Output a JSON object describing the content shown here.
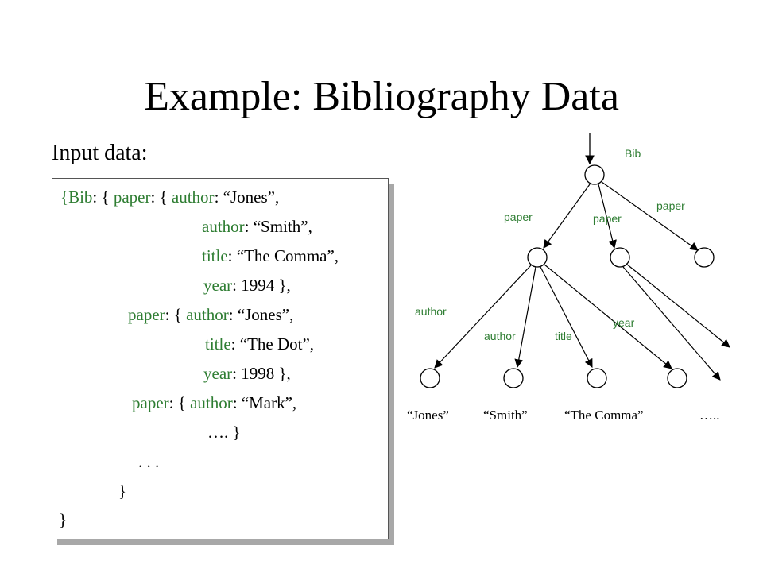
{
  "slide": {
    "title": "Example: Bibliography Data",
    "subtitle": "Input data:"
  },
  "code_lines": [
    [
      {
        "t": "{Bib",
        "k": true
      },
      {
        "t": ": { ",
        "k": false
      },
      {
        "t": "paper",
        "k": true
      },
      {
        "t": ": { ",
        "k": false
      },
      {
        "t": "author",
        "k": true
      },
      {
        "t": ": “Jones”,",
        "k": false
      }
    ],
    [
      {
        "t": "author",
        "k": true
      },
      {
        "t": ": “Smith”,",
        "k": false
      }
    ],
    [
      {
        "t": "title",
        "k": true
      },
      {
        "t": ": “The Comma”,",
        "k": false
      }
    ],
    [
      {
        "t": "year",
        "k": true
      },
      {
        "t": ": 1994 },",
        "k": false
      }
    ],
    [
      {
        "t": "paper",
        "k": true
      },
      {
        "t": ": { ",
        "k": false
      },
      {
        "t": "author",
        "k": true
      },
      {
        "t": ": “Jones”,",
        "k": false
      }
    ],
    [
      {
        "t": "title",
        "k": true
      },
      {
        "t": ": “The Dot”,",
        "k": false
      }
    ],
    [
      {
        "t": "year",
        "k": true
      },
      {
        "t": ": 1998 },",
        "k": false
      }
    ],
    [
      {
        "t": "paper",
        "k": true
      },
      {
        "t": ": { ",
        "k": false
      },
      {
        "t": "author",
        "k": true
      },
      {
        "t": ": “Mark”,",
        "k": false
      }
    ],
    [
      {
        "t": "…. }",
        "k": false
      }
    ],
    [
      {
        "t": ". . .",
        "k": false
      }
    ],
    [
      {
        "t": "}",
        "k": false
      }
    ],
    [
      {
        "t": "}",
        "k": false
      }
    ]
  ],
  "tree": {
    "root_label": "Bib",
    "edge_labels": {
      "paper_1": "paper",
      "paper_2": "paper",
      "paper_3": "paper",
      "author_1": "author",
      "author_2": "author",
      "title": "title",
      "year": "year"
    },
    "leaf_labels": {
      "jones": "“Jones”",
      "smith": "“Smith”",
      "the_comma": "“The Comma”",
      "more": "….."
    }
  },
  "colors": {
    "keyword": "#2e7d32",
    "edge_label": "#2e7d32",
    "text": "#000000",
    "shadow": "#a8a8a8"
  }
}
